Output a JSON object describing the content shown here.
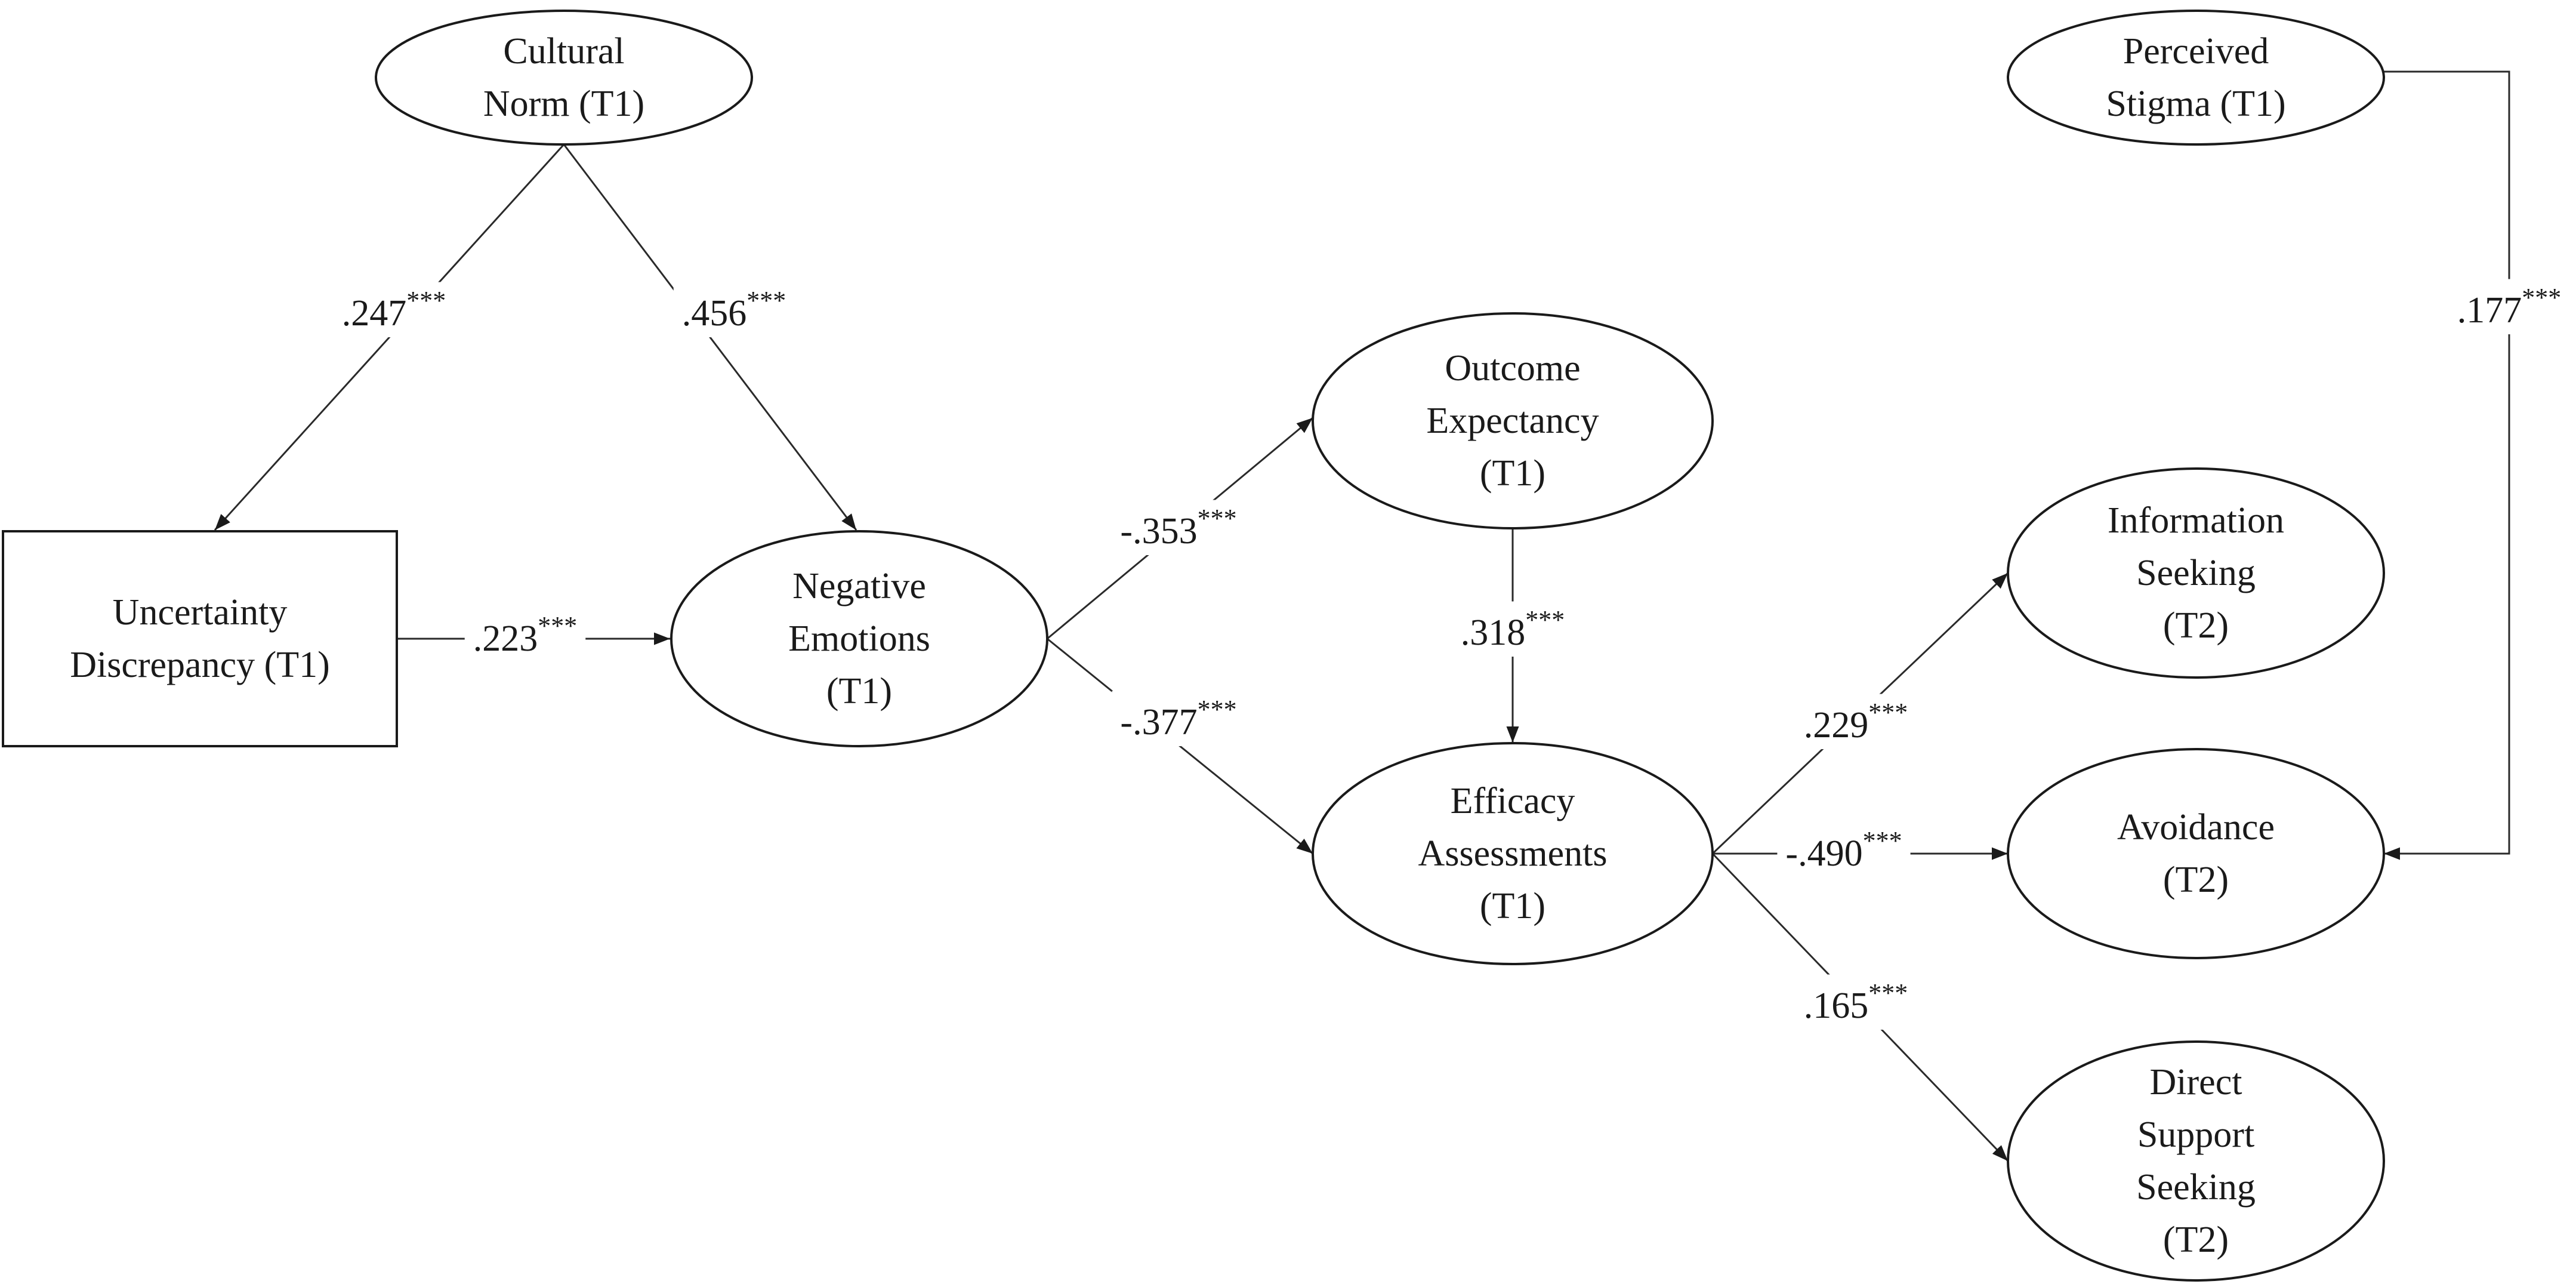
{
  "nodes": {
    "cultural_norm": {
      "shape": "ellipse",
      "lines": [
        "Cultural",
        "Norm (T1)"
      ]
    },
    "perceived_stigma": {
      "shape": "ellipse",
      "lines": [
        "Perceived",
        "Stigma (T1)"
      ]
    },
    "uncertainty_discrepancy": {
      "shape": "rectangle",
      "lines": [
        "Uncertainty",
        "Discrepancy (T1)"
      ]
    },
    "negative_emotions": {
      "shape": "ellipse",
      "lines": [
        "Negative",
        "Emotions",
        "(T1)"
      ]
    },
    "outcome_expectancy": {
      "shape": "ellipse",
      "lines": [
        "Outcome",
        "Expectancy",
        "(T1)"
      ]
    },
    "efficacy_assessments": {
      "shape": "ellipse",
      "lines": [
        "Efficacy",
        "Assessments",
        "(T1)"
      ]
    },
    "information_seeking": {
      "shape": "ellipse",
      "lines": [
        "Information",
        "Seeking",
        "(T2)"
      ]
    },
    "avoidance": {
      "shape": "ellipse",
      "lines": [
        "Avoidance",
        "(T2)"
      ]
    },
    "direct_support_seeking": {
      "shape": "ellipse",
      "lines": [
        "Direct",
        "Support",
        "Seeking",
        "(T2)"
      ]
    }
  },
  "edges": [
    {
      "from": "cultural_norm",
      "to": "uncertainty_discrepancy",
      "coef": ".247",
      "sig": "***"
    },
    {
      "from": "cultural_norm",
      "to": "negative_emotions",
      "coef": ".456",
      "sig": "***"
    },
    {
      "from": "uncertainty_discrepancy",
      "to": "negative_emotions",
      "coef": ".223",
      "sig": "***"
    },
    {
      "from": "negative_emotions",
      "to": "outcome_expectancy",
      "coef": "-.353",
      "sig": "***"
    },
    {
      "from": "negative_emotions",
      "to": "efficacy_assessments",
      "coef": "-.377",
      "sig": "***"
    },
    {
      "from": "outcome_expectancy",
      "to": "efficacy_assessments",
      "coef": ".318",
      "sig": "***"
    },
    {
      "from": "efficacy_assessments",
      "to": "information_seeking",
      "coef": ".229",
      "sig": "***"
    },
    {
      "from": "efficacy_assessments",
      "to": "avoidance",
      "coef": "-.490",
      "sig": "***"
    },
    {
      "from": "efficacy_assessments",
      "to": "direct_support_seeking",
      "coef": ".165",
      "sig": "***"
    },
    {
      "from": "perceived_stigma",
      "to": "avoidance",
      "coef": ".177",
      "sig": "***"
    }
  ],
  "colors": {
    "ink": "#1a1a1a",
    "background": "#ffffff"
  }
}
